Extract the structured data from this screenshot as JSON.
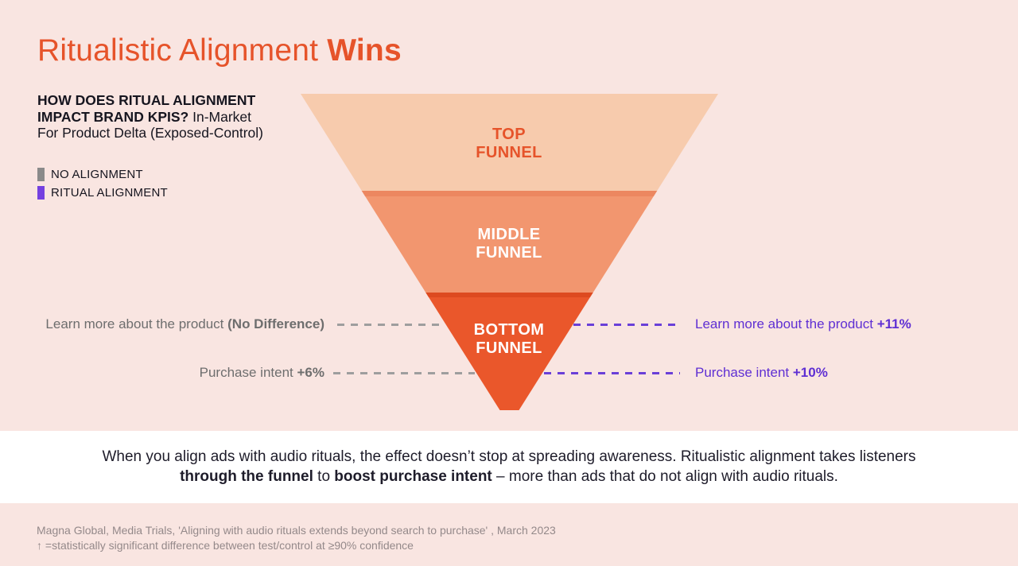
{
  "title": {
    "regular": "Ritualistic Alignment",
    "bold": "Wins"
  },
  "question": {
    "bold": "HOW DOES RITUAL ALIGNMENT IMPACT BRAND KPIS?",
    "regular": "In-Market For Product Delta (Exposed-Control)"
  },
  "legend": {
    "items": [
      {
        "label": "NO ALIGNMENT",
        "color": "#8A8A8A"
      },
      {
        "label": "RITUAL ALIGNMENT",
        "color": "#7440E0"
      }
    ]
  },
  "funnel": {
    "stages": [
      {
        "line1": "TOP",
        "line2": "FUNNEL"
      },
      {
        "line1": "MIDDLE",
        "line2": "FUNNEL"
      },
      {
        "line1": "BOTTOM",
        "line2": "FUNNEL"
      }
    ]
  },
  "annotations": {
    "no_alignment": [
      {
        "metric": "Learn more about the product",
        "value": "(No Difference)"
      },
      {
        "metric": "Purchase intent",
        "value": "+6%"
      }
    ],
    "ritual_alignment": [
      {
        "metric": "Learn more about the product",
        "value": "+11%"
      },
      {
        "metric": "Purchase intent",
        "value": "+10%"
      }
    ]
  },
  "summary": {
    "parts": {
      "p1": "When you align ads with audio rituals, the effect doesn’t stop at spreading awareness. Ritualistic alignment takes listeners ",
      "p2": "through the funnel",
      "p3": " to ",
      "p4": "boost purchase intent",
      "p5": " – more than ads that do not align with audio rituals."
    }
  },
  "footer": {
    "source": "Magna Global, Media Trials, 'Aligning with audio rituals extends beyond search to purchase' , March 2023",
    "note": "↑ =statistically significant difference between test/control at ≥90% confidence"
  },
  "colors": {
    "background": "#F9E5E1",
    "title": "#E6532A",
    "funnel_top": "#F7CBAD",
    "funnel_middle": "#F2966F",
    "funnel_middle_edge": "#EC8760",
    "funnel_bottom": "#EA572B",
    "funnel_bottom_edge": "#DD4A20",
    "gray_text": "#6E6E6E",
    "purple_text": "#5F2FD3",
    "summary_band": "#FFFFFF"
  },
  "chart_data": {
    "type": "funnel",
    "title": "HOW DOES RITUAL ALIGNMENT IMPACT BRAND KPIS? In-Market For Product Delta (Exposed-Control)",
    "stages": [
      "TOP FUNNEL",
      "MIDDLE FUNNEL",
      "BOTTOM FUNNEL"
    ],
    "legend_position": "left",
    "series": [
      {
        "name": "NO ALIGNMENT",
        "color": "#8A8A8A",
        "results": [
          {
            "stage": "BOTTOM FUNNEL",
            "metric": "Learn more about the product",
            "delta": "No Difference"
          },
          {
            "stage": "BOTTOM FUNNEL",
            "metric": "Purchase intent",
            "delta": "+6%"
          }
        ]
      },
      {
        "name": "RITUAL ALIGNMENT",
        "color": "#7440E0",
        "results": [
          {
            "stage": "BOTTOM FUNNEL",
            "metric": "Learn more about the product",
            "delta": "+11%"
          },
          {
            "stage": "BOTTOM FUNNEL",
            "metric": "Purchase intent",
            "delta": "+10%"
          }
        ]
      }
    ]
  }
}
